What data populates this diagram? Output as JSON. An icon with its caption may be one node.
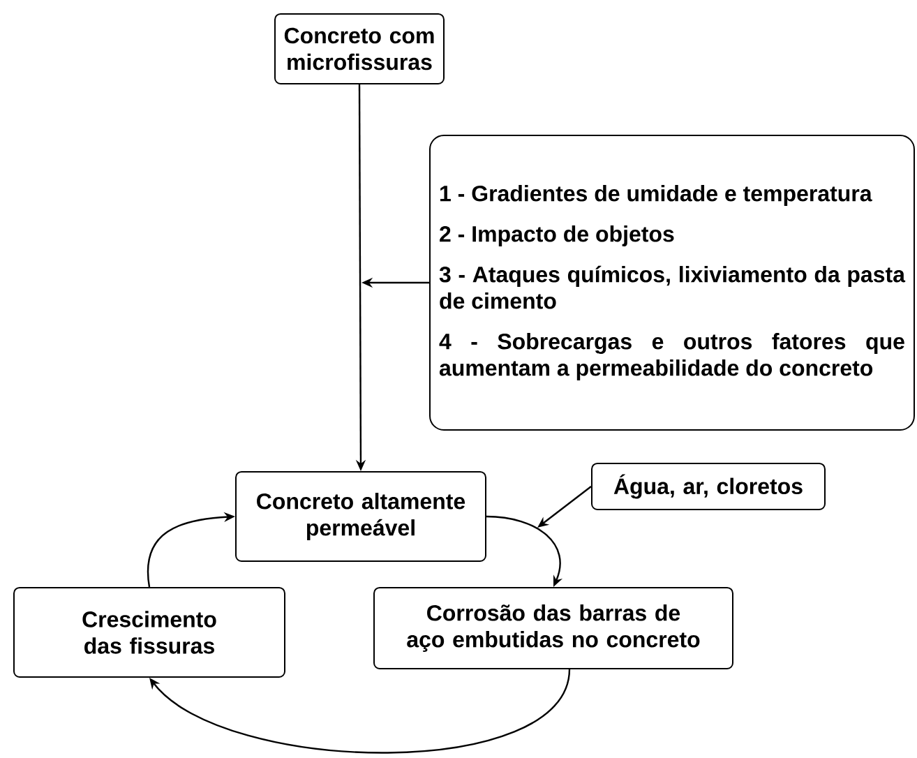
{
  "diagram": {
    "nodes": [
      {
        "text": [
          "Concreto com microfissuras"
        ]
      },
      {
        "text": [
          "1 - Gradientes de umidade e temperatura",
          "2 - Impacto de objetos",
          "3 - Ataques químicos, lixiviamento da pasta de cimento",
          "4 - Sobrecargas e outros fatores que aumentam a permeabilidade do concreto"
        ]
      },
      {
        "text": [
          "Concreto altamente permeável"
        ]
      },
      {
        "text": [
          "Água, ar, cloretos"
        ]
      },
      {
        "text": [
          "Corrosão das barras de aço embutidas no concreto"
        ]
      },
      {
        "text": [
          "Crescimento das fissuras"
        ]
      }
    ],
    "edges": [
      {
        "from": 0,
        "to": 2,
        "arrow": "to"
      },
      {
        "from": 1,
        "to": null,
        "arrow": "to"
      },
      {
        "from": 3,
        "to": null,
        "arrow": "to"
      },
      {
        "from": 2,
        "to": 4,
        "arrow": "to"
      },
      {
        "from": 4,
        "to": 5,
        "arrow": "to"
      },
      {
        "from": 5,
        "to": 2,
        "arrow": "to"
      }
    ]
  }
}
